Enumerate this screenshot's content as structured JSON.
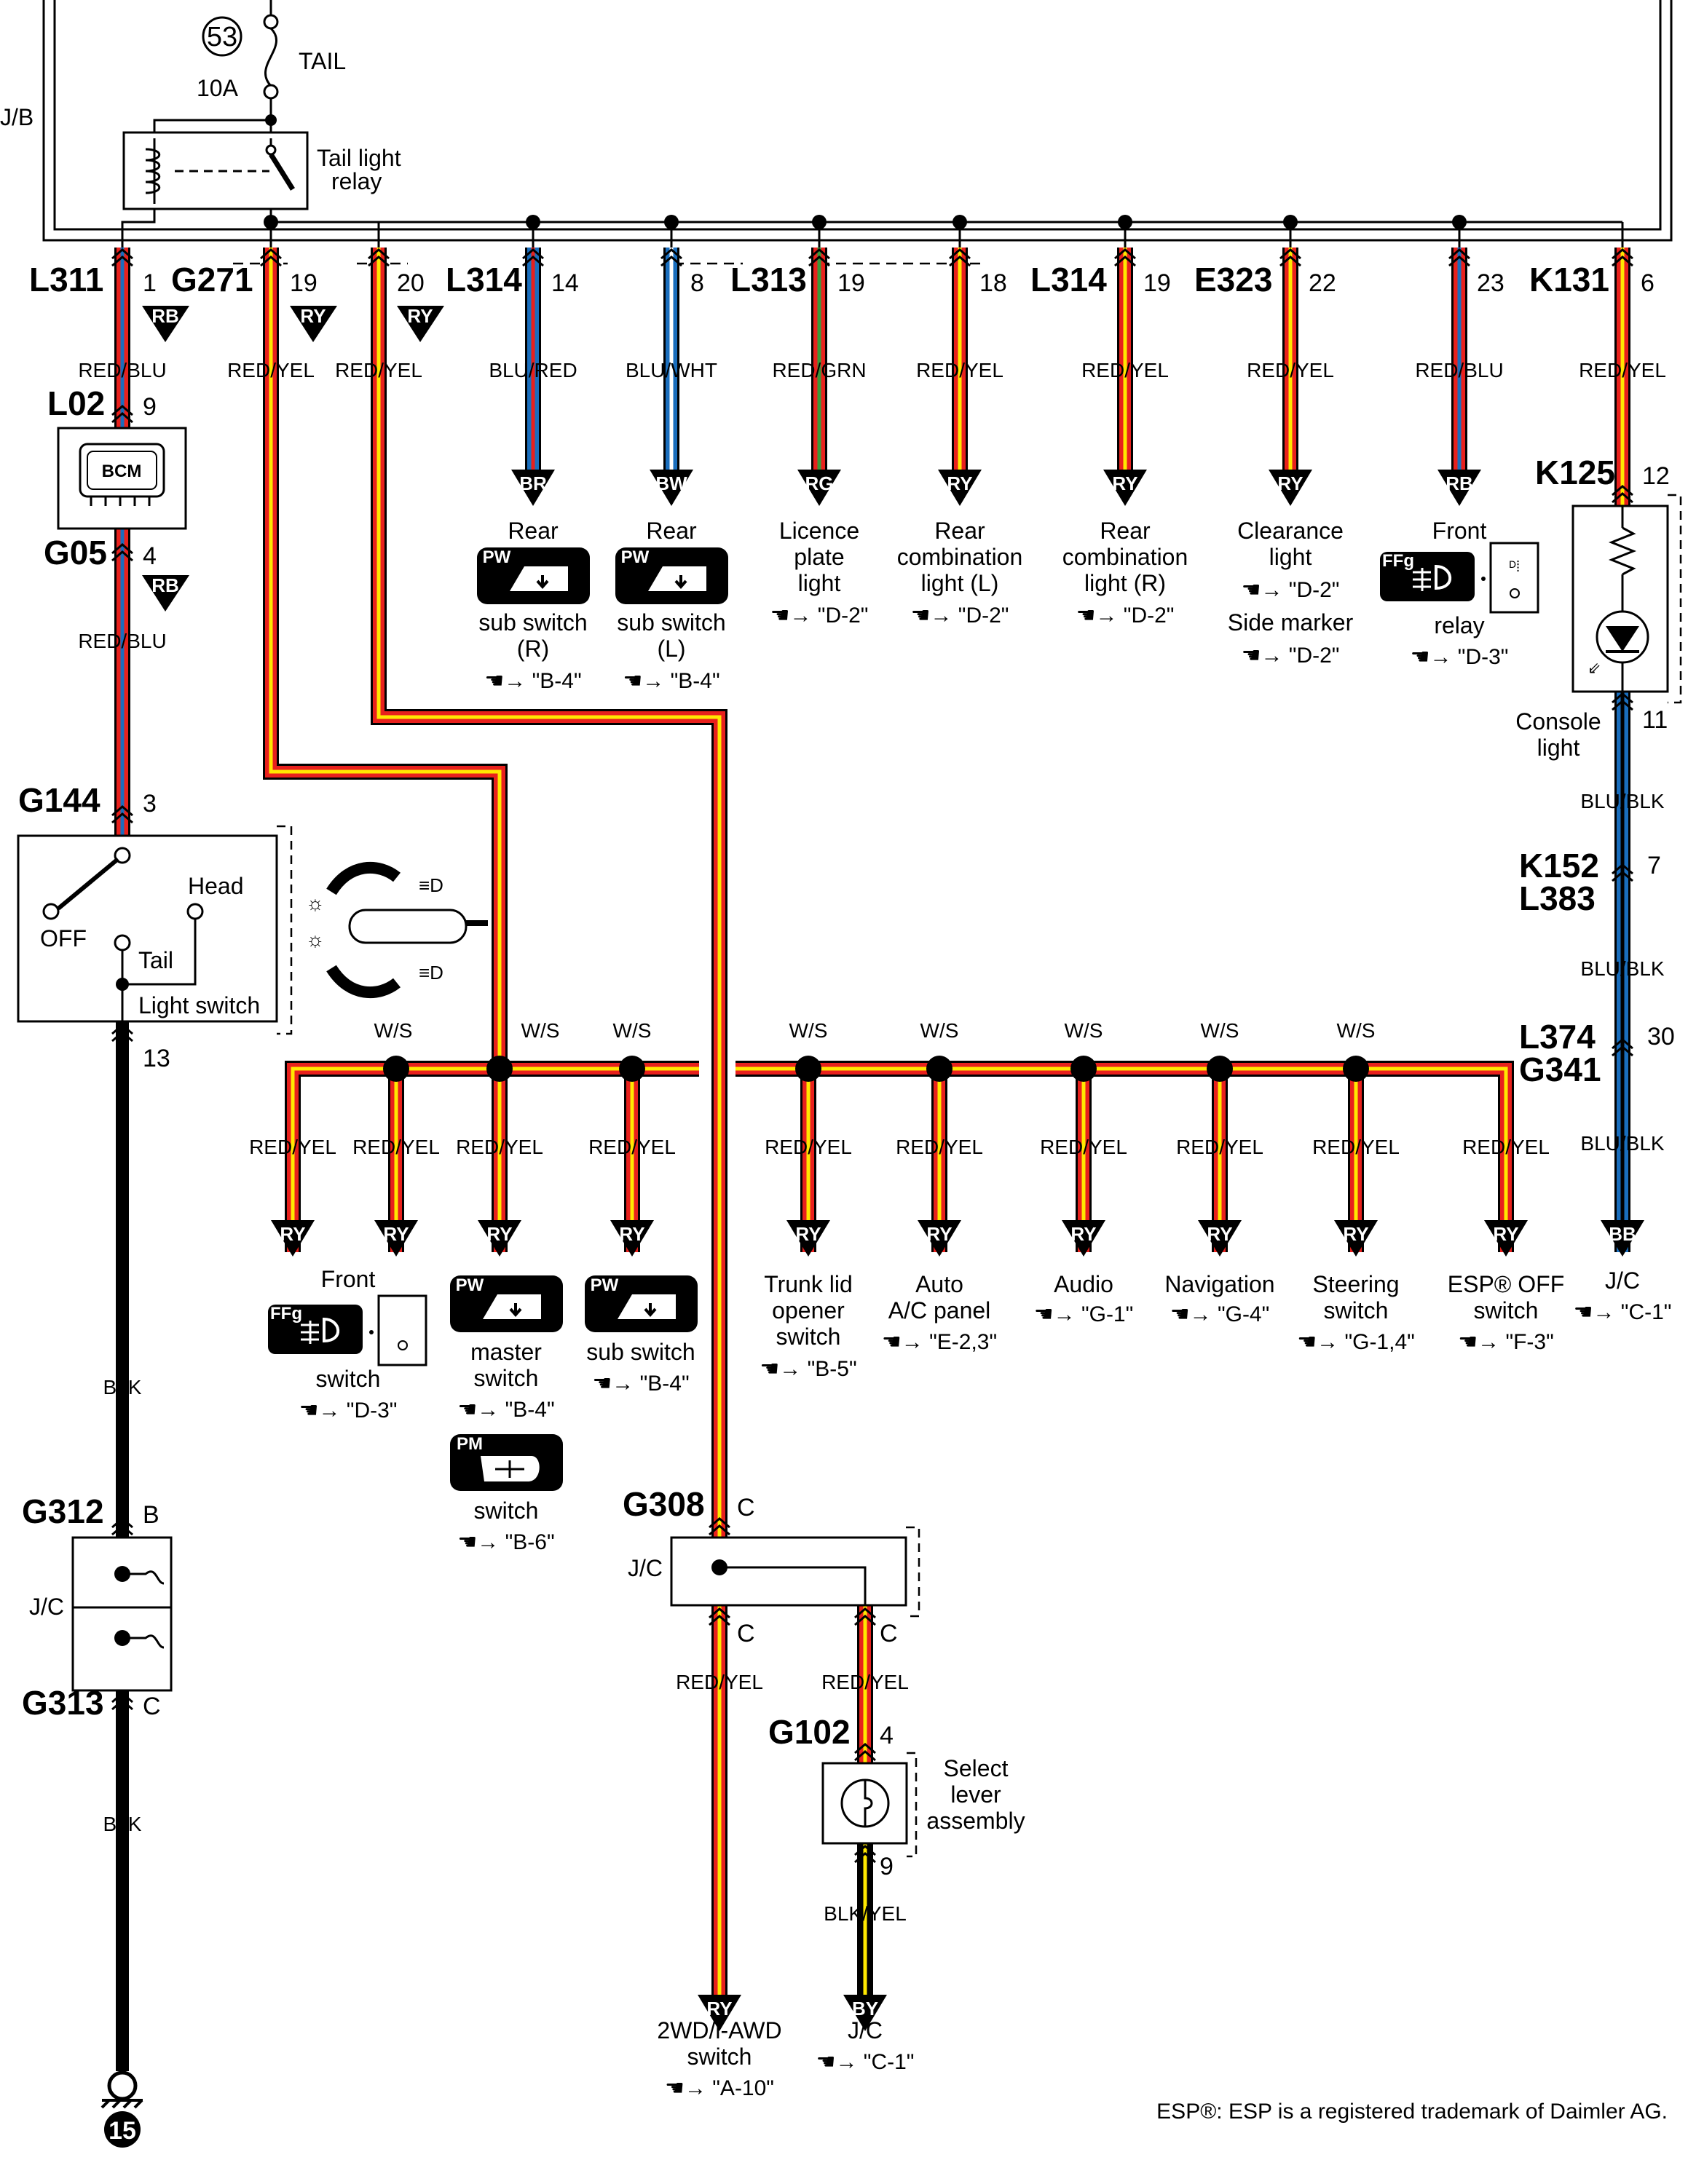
{
  "fuse": {
    "number": "53",
    "name": "TAIL",
    "rating": "10A"
  },
  "jb_label": "J/B",
  "relay_label": [
    "Tail light",
    "relay"
  ],
  "top_connectors": [
    {
      "conn": "L311",
      "pin": "1",
      "tag": "RB"
    },
    {
      "conn": "G271",
      "pin": "19",
      "tag": "RY"
    },
    {
      "pin": "20",
      "tag": "RY"
    },
    {
      "conn": "L314",
      "pin": "14"
    },
    {
      "pin": "8"
    },
    {
      "conn": "L313",
      "pin": "19"
    },
    {
      "pin": "18"
    },
    {
      "conn": "L314",
      "pin": "19"
    },
    {
      "conn": "E323",
      "pin": "22"
    },
    {
      "pin": "23"
    },
    {
      "conn": "K131",
      "pin": "6"
    }
  ],
  "top_wire_colors": [
    "RED/BLU",
    "RED/YEL",
    "RED/YEL",
    "BLU/RED",
    "BLU/WHT",
    "RED/GRN",
    "RED/YEL",
    "RED/YEL",
    "RED/YEL",
    "RED/BLU",
    "RED/YEL"
  ],
  "top_arrow_tags": [
    "BR",
    "BW",
    "RG",
    "RY",
    "RY",
    "RY",
    "RB"
  ],
  "top_loads": {
    "rear_sub_r": {
      "top": "Rear",
      "bottom": "sub switch",
      "side": "(R)",
      "ref": "\"B-4\"",
      "icon": "PW"
    },
    "rear_sub_l": {
      "top": "Rear",
      "bottom": "sub switch",
      "side": "(L)",
      "ref": "\"B-4\"",
      "icon": "PW"
    },
    "licence": {
      "lines": [
        "Licence",
        "plate",
        "light"
      ],
      "ref": "\"D-2\""
    },
    "rear_comb_l": {
      "lines": [
        "Rear",
        "combination",
        "light (L)"
      ],
      "ref": "\"D-2\""
    },
    "rear_comb_r": {
      "lines": [
        "Rear",
        "combination",
        "light (R)"
      ],
      "ref": "\"D-2\""
    },
    "clearance": {
      "lines": [
        "Clearance",
        "light"
      ],
      "ref": "\"D-2\"",
      "lines2": "Side marker",
      "ref2": "\"D-2\""
    },
    "front_relay": {
      "top": "Front",
      "bottom": "relay",
      "ref": "\"D-3\"",
      "icon": "FFg"
    }
  },
  "bcm": {
    "conn_top": "L02",
    "pin_top": "9",
    "label": "BCM",
    "conn_bottom": "G05",
    "pin_bottom": "4",
    "tag": "RB",
    "wire": "RED/BLU"
  },
  "light_switch": {
    "conn": "G144",
    "pin_top": "3",
    "pin_bottom": "13",
    "off": "OFF",
    "head": "Head",
    "tail": "Tail",
    "name": "Light switch"
  },
  "ground_path": {
    "wire1": "BLK",
    "wire2": "BLK",
    "jc_top_conn": "G312",
    "jc_top_pin": "B",
    "jc_label": "J/C",
    "jc_bot_conn": "G313",
    "jc_bot_pin": "C",
    "ground_num": "15"
  },
  "console": {
    "conn": "K125",
    "pin_top": "12",
    "pin_bottom": "11",
    "label": [
      "Console",
      "light"
    ],
    "wire1": "BLU/BLK",
    "conn2a": "K152",
    "conn2b": "L383",
    "pin2": "7",
    "wire2": "BLU/BLK",
    "conn3a": "L374",
    "conn3b": "G341",
    "pin3": "30",
    "wire3": "BLU/BLK",
    "tag": "BB",
    "dest": "J/C",
    "ref": "\"C-1\""
  },
  "ws_labels": [
    "W/S",
    "W/S",
    "W/S",
    "W/S",
    "W/S",
    "W/S",
    "W/S",
    "W/S"
  ],
  "bottom_wire": "RED/YEL",
  "bottom_tag": "RY",
  "bottom_loads": {
    "front_switch": {
      "top": "Front",
      "bottom": "switch",
      "ref": "\"D-3\"",
      "icon": "FFg"
    },
    "master": {
      "lines": [
        "master",
        "switch"
      ],
      "ref": "\"B-4\"",
      "icon": "PW"
    },
    "pm_switch": {
      "label": "switch",
      "ref": "\"B-6\"",
      "icon": "PM"
    },
    "sub_switch": {
      "label": "sub switch",
      "ref": "\"B-4\"",
      "icon": "PW"
    },
    "trunk": {
      "lines": [
        "Trunk lid",
        "opener",
        "switch"
      ],
      "ref": "\"B-5\""
    },
    "auto_ac": {
      "lines": [
        "Auto",
        "A/C panel"
      ],
      "ref": "\"E-2,3\""
    },
    "audio": {
      "lines": [
        "Audio"
      ],
      "ref": "\"G-1\""
    },
    "navigation": {
      "lines": [
        "Navigation"
      ],
      "ref": "\"G-4\""
    },
    "steering": {
      "lines": [
        "Steering",
        "switch"
      ],
      "ref": "\"G-1,4\""
    },
    "esp": {
      "lines": [
        "ESP® OFF",
        "switch"
      ],
      "ref": "\"F-3\""
    }
  },
  "g308": {
    "conn": "G308",
    "pin_top": "C",
    "label": "J/C",
    "pin_l": "C",
    "pin_r": "C",
    "wire_l": "RED/YEL",
    "wire_r": "RED/YEL"
  },
  "g102": {
    "conn": "G102",
    "pin_top": "4",
    "pin_bottom": "9",
    "label": [
      "Select",
      "lever",
      "assembly"
    ],
    "wire": "BLK/YEL",
    "tag": "BY",
    "dest": "J/C",
    "ref": "\"C-1\""
  },
  "awd": {
    "tag": "RY",
    "lines": [
      "2WD/i-AWD",
      "switch"
    ],
    "ref": "\"A-10\""
  },
  "footnote": "ESP®: ESP is a registered trademark of Daimler AG.",
  "colors": {
    "red": "#e8211d",
    "yellow": "#ffe800",
    "blue": "#1a6ebd",
    "green": "#3a9a3a",
    "black": "#000000"
  }
}
